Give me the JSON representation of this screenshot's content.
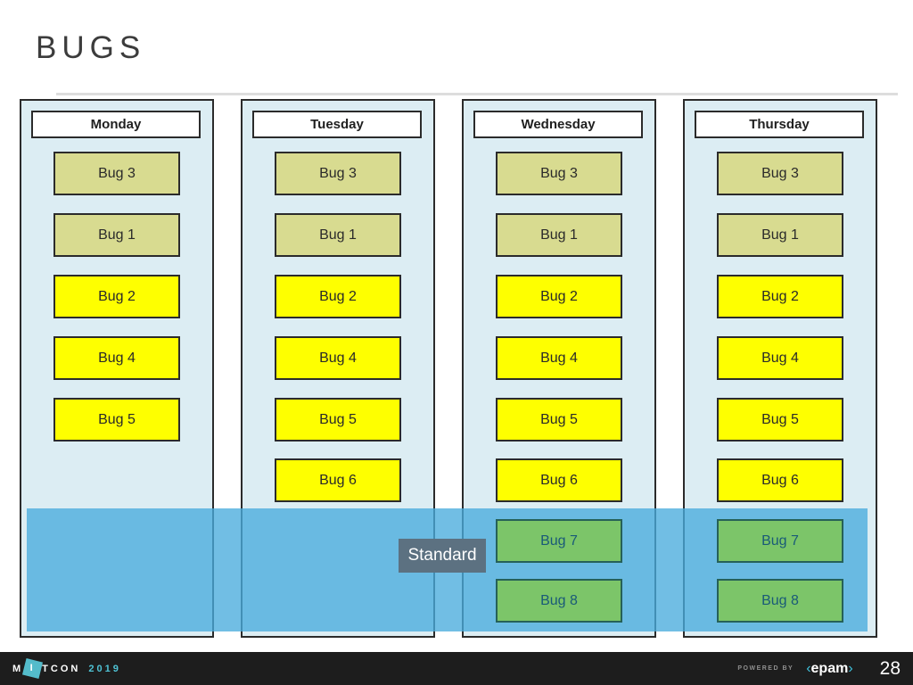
{
  "title": "BUGS",
  "standard_label": "Standard",
  "page_number": "28",
  "footer": {
    "brand_m": "M",
    "brand_i": "I",
    "brand_tcon": "TCON",
    "brand_year": "2019",
    "powered_by": "POWERED BY",
    "epam_open": "‹",
    "epam_name": "epam",
    "epam_close": "›"
  },
  "colors": {
    "column_bg": "#dcedf3",
    "carryover_fill": "#d8db90",
    "urgent_fill": "#feff00",
    "standard_fill": "#7cc569",
    "standard_text": "#1a5a78",
    "standard_border": "#266158",
    "band": "rgba(73,172,221,0.78)",
    "label_bg": "#5c7181",
    "accent_cyan": "#4fc3d5",
    "footer_bg": "#1d1d1d"
  },
  "columns": [
    {
      "day": "Monday",
      "bugs": [
        {
          "label": "Bug 3",
          "type": "carryover"
        },
        {
          "label": "Bug 1",
          "type": "carryover"
        },
        {
          "label": "Bug 2",
          "type": "urgent"
        },
        {
          "label": "Bug 4",
          "type": "urgent"
        },
        {
          "label": "Bug 5",
          "type": "urgent"
        }
      ]
    },
    {
      "day": "Tuesday",
      "bugs": [
        {
          "label": "Bug 3",
          "type": "carryover"
        },
        {
          "label": "Bug 1",
          "type": "carryover"
        },
        {
          "label": "Bug 2",
          "type": "urgent"
        },
        {
          "label": "Bug 4",
          "type": "urgent"
        },
        {
          "label": "Bug 5",
          "type": "urgent"
        },
        {
          "label": "Bug 6",
          "type": "urgent"
        }
      ]
    },
    {
      "day": "Wednesday",
      "bugs": [
        {
          "label": "Bug 3",
          "type": "carryover"
        },
        {
          "label": "Bug 1",
          "type": "carryover"
        },
        {
          "label": "Bug 2",
          "type": "urgent"
        },
        {
          "label": "Bug 4",
          "type": "urgent"
        },
        {
          "label": "Bug 5",
          "type": "urgent"
        },
        {
          "label": "Bug 6",
          "type": "urgent"
        },
        {
          "label": "Bug 7",
          "type": "standard"
        },
        {
          "label": "Bug 8",
          "type": "standard"
        }
      ]
    },
    {
      "day": "Thursday",
      "bugs": [
        {
          "label": "Bug 3",
          "type": "carryover"
        },
        {
          "label": "Bug 1",
          "type": "carryover"
        },
        {
          "label": "Bug 2",
          "type": "urgent"
        },
        {
          "label": "Bug 4",
          "type": "urgent"
        },
        {
          "label": "Bug 5",
          "type": "urgent"
        },
        {
          "label": "Bug 6",
          "type": "urgent"
        },
        {
          "label": "Bug 7",
          "type": "standard"
        },
        {
          "label": "Bug 8",
          "type": "standard"
        }
      ]
    }
  ]
}
